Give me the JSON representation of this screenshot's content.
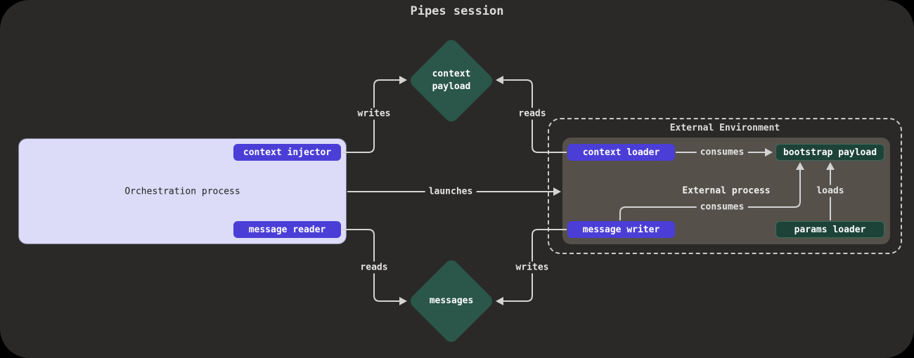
{
  "title": "Pipes session",
  "colors": {
    "canvas_bg": "#2a2927",
    "outer_bg": "#000000",
    "edge_line": "#d3d3d3",
    "edge_label_text": "#e4e4e4",
    "diamond_fill": "#2b564a",
    "process_box_fill": "#dcdcf8",
    "process_box_text": "#222222",
    "button_fill": "#4b3ed7",
    "button_text": "#ffffff",
    "bootstrap_fill": "#1d4338",
    "bootstrap_border": "#3c6a59",
    "external_box_fill": "#55514a",
    "dashed_border": "#c9c9c9",
    "heading_text": "#dcdcdc"
  },
  "nodes": {
    "context_payload": {
      "label": "context\npayload"
    },
    "messages": {
      "label": "messages"
    },
    "orchestration": {
      "label": "Orchestration process"
    },
    "context_injector": {
      "label": "context injector"
    },
    "message_reader": {
      "label": "message reader"
    },
    "external_environment": {
      "label": "External Environment"
    },
    "external_process": {
      "label": "External process"
    },
    "context_loader": {
      "label": "context loader"
    },
    "bootstrap_payload": {
      "label": "bootstrap payload"
    },
    "message_writer": {
      "label": "message writer"
    },
    "params_loader": {
      "label": "params loader"
    }
  },
  "edges": {
    "writes_top": {
      "label": "writes"
    },
    "reads_top": {
      "label": "reads"
    },
    "launches": {
      "label": "launches"
    },
    "reads_bottom": {
      "label": "reads"
    },
    "writes_bottom": {
      "label": "writes"
    },
    "consumes_top": {
      "label": "consumes"
    },
    "consumes_mid": {
      "label": "consumes"
    },
    "loads": {
      "label": "loads"
    }
  }
}
